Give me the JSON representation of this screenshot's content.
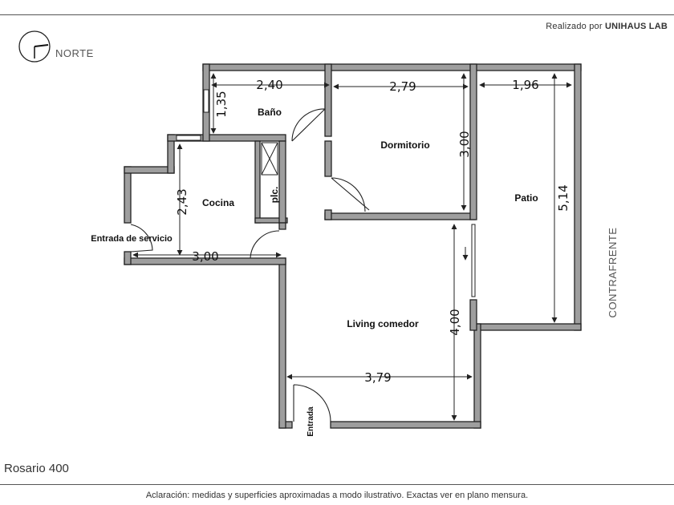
{
  "header": {
    "credit_prefix": "Realizado por",
    "credit_brand": "UNIHAUS LAB"
  },
  "compass": {
    "label": "NORTE"
  },
  "plan": {
    "rooms": {
      "bano": "Baño",
      "dormitorio": "Dormitorio",
      "patio": "Patio",
      "cocina": "Cocina",
      "plc": "plc.",
      "living": "Living comedor",
      "entrada_servicio": "Entrada de servicio",
      "entrada": "Entrada"
    },
    "dimensions": {
      "bano_width": "2,40",
      "bano_height": "1,35",
      "dormitorio_width": "2,79",
      "dormitorio_height": "3,00",
      "patio_width": "1,96",
      "patio_height": "5,14",
      "cocina_height": "2,43",
      "cocina_width": "3,00",
      "living_height": "4,00",
      "living_width": "3,79"
    },
    "side_label": "CONTRAFRENTE"
  },
  "footer": {
    "address": "Rosario 400",
    "disclaimer": "Aclaración: medidas y superficies aproximadas a modo ilustrativo. Exactas ver en plano mensura."
  }
}
